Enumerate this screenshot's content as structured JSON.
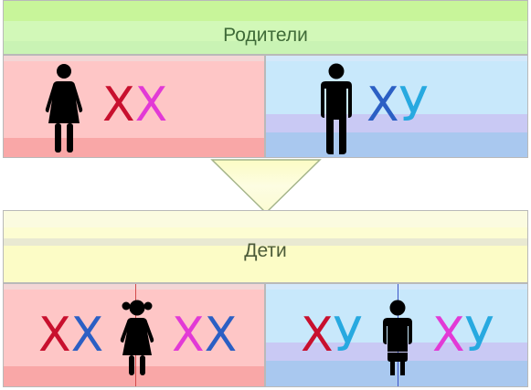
{
  "headers": {
    "parents": "Родители",
    "children": "Дети"
  },
  "parents": {
    "mother": {
      "chromosomes": [
        "X",
        "X"
      ],
      "colors": [
        "#c8102e",
        "#e23ad6"
      ]
    },
    "father": {
      "chromosomes": [
        "X",
        "У"
      ],
      "colors": [
        "#2b5fc4",
        "#27a9e0"
      ]
    }
  },
  "children": {
    "daughter": {
      "pair1": {
        "chromosomes": [
          "X",
          "X"
        ],
        "colors": [
          "#c8102e",
          "#2b5fc4"
        ]
      },
      "pair2": {
        "chromosomes": [
          "X",
          "X"
        ],
        "colors": [
          "#e23ad6",
          "#2b5fc4"
        ]
      }
    },
    "son": {
      "pair1": {
        "chromosomes": [
          "X",
          "У"
        ],
        "colors": [
          "#c8102e",
          "#27a9e0"
        ]
      },
      "pair2": {
        "chromosomes": [
          "X",
          "У"
        ],
        "colors": [
          "#e23ad6",
          "#27a9e0"
        ]
      }
    }
  },
  "colors": {
    "parents_header_text": "#3f6b38",
    "children_header_text": "#4b5a38",
    "arrow_fill": "#fbfbd2",
    "arrow_stroke": "#a4b48a"
  },
  "icons": [
    "woman-icon",
    "man-icon",
    "girl-icon",
    "boy-icon",
    "down-arrow-icon"
  ]
}
